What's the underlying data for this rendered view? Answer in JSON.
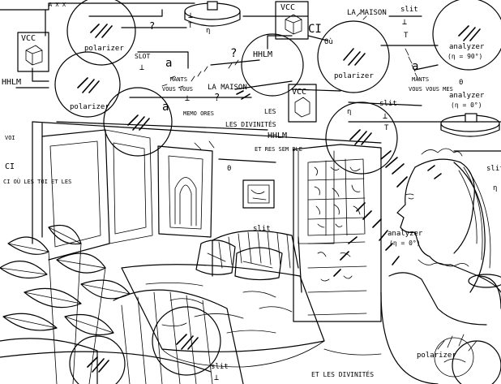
{
  "labels": {
    "vcc": "VCC",
    "hhlm": "HHLM",
    "polarizer": "polarizer",
    "analyzer": "analyzer",
    "analyzer_90": "(η = 90°)",
    "analyzer_0": "(η = 0°)",
    "slit": "slit",
    "slot": "SLOT",
    "ci": "CI",
    "ou": "Où",
    "la_maison": "LA MAISON",
    "les_divinites": "LES DIVINITÉS",
    "et_les_divinites": "ET LES DIVINITÉS",
    "a": "a",
    "question": "?",
    "eta": "η",
    "perp": "⊥",
    "tee": "T",
    "zero": "0",
    "mants": "MANTS",
    "vous_vous": "VOUS VOUS",
    "vous_vous_mes": "VOUS VOUS MES",
    "memo_ores": "MEMO ORES",
    "les": "LES",
    "et_res_sem_ble": "ET RES SEM BLE",
    "voi": "VOI",
    "ci_ou_les_toi_et_les": "CI OÙ LES TOI ET LES",
    "a_x_x": "A X X"
  },
  "colors": {
    "ink": "#000000",
    "paper": "#ffffff"
  }
}
